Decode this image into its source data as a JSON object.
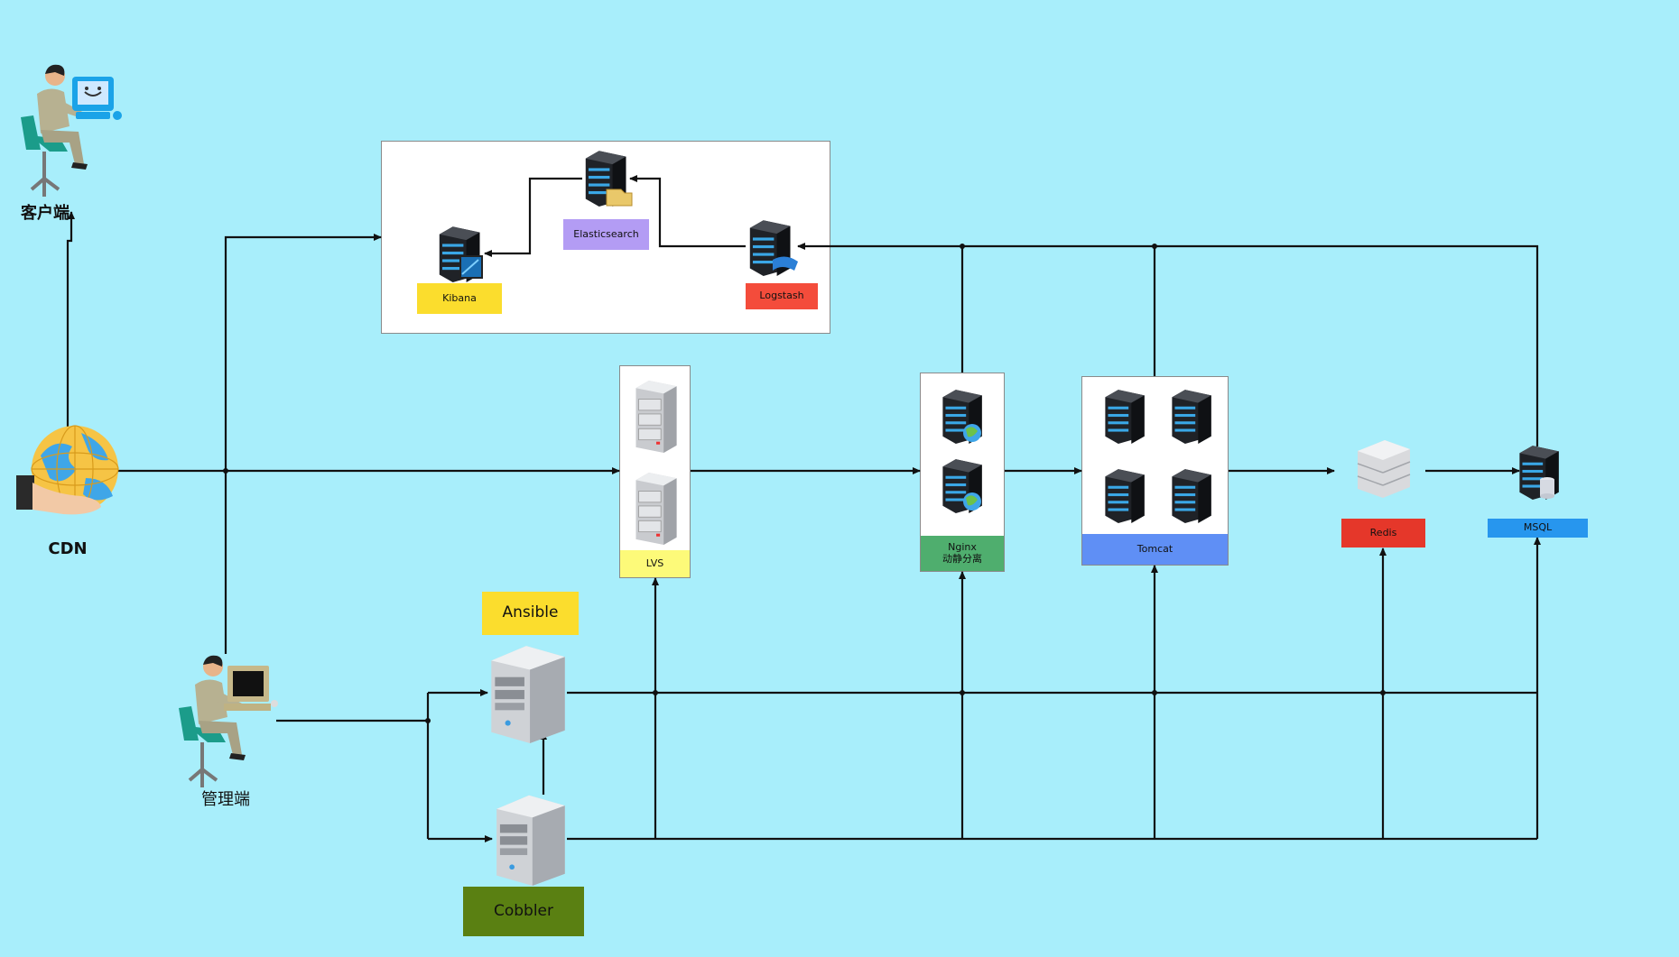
{
  "colors": {
    "background": "#a8eefb",
    "line": "#111111",
    "kibana": "#fbdd2d",
    "elasticsearch": "#b39cf4",
    "logstash": "#f44c3b",
    "lvs": "#fdfa79",
    "nginx": "#4fae6e",
    "tomcat": "#5f8ff5",
    "redis": "#e5372a",
    "mysql": "#2796ee",
    "ansible": "#fbdd2d",
    "cobbler": "#5a8012"
  },
  "nodes": {
    "client": {
      "label": "客户端",
      "icon": "user-computer-icon"
    },
    "cdn": {
      "label": "CDN",
      "icon": "globe-hand-icon"
    },
    "admin": {
      "label": "管理端",
      "icon": "user-terminal-icon"
    },
    "kibana": {
      "label": "Kibana",
      "icon": "server-monitor-icon"
    },
    "elasticsearch": {
      "label": "Elasticsearch",
      "icon": "server-folder-icon"
    },
    "logstash": {
      "label": "Logstash",
      "icon": "server-film-icon"
    },
    "lvs": {
      "label": "LVS",
      "icon": "gray-server-icon"
    },
    "nginx": {
      "label_line1": "Nginx",
      "label_line2": "动静分离",
      "icon": "server-globe-icon"
    },
    "tomcat": {
      "label": "Tomcat",
      "icon": "dark-server-icon"
    },
    "redis": {
      "label": "Redis",
      "icon": "rack-server-icon"
    },
    "mysql": {
      "label": "MSQL",
      "icon": "server-database-icon"
    },
    "ansible": {
      "label": "Ansible",
      "icon": "tower-server-icon"
    },
    "cobbler": {
      "label": "Cobbler",
      "icon": "tower-server-icon"
    }
  }
}
